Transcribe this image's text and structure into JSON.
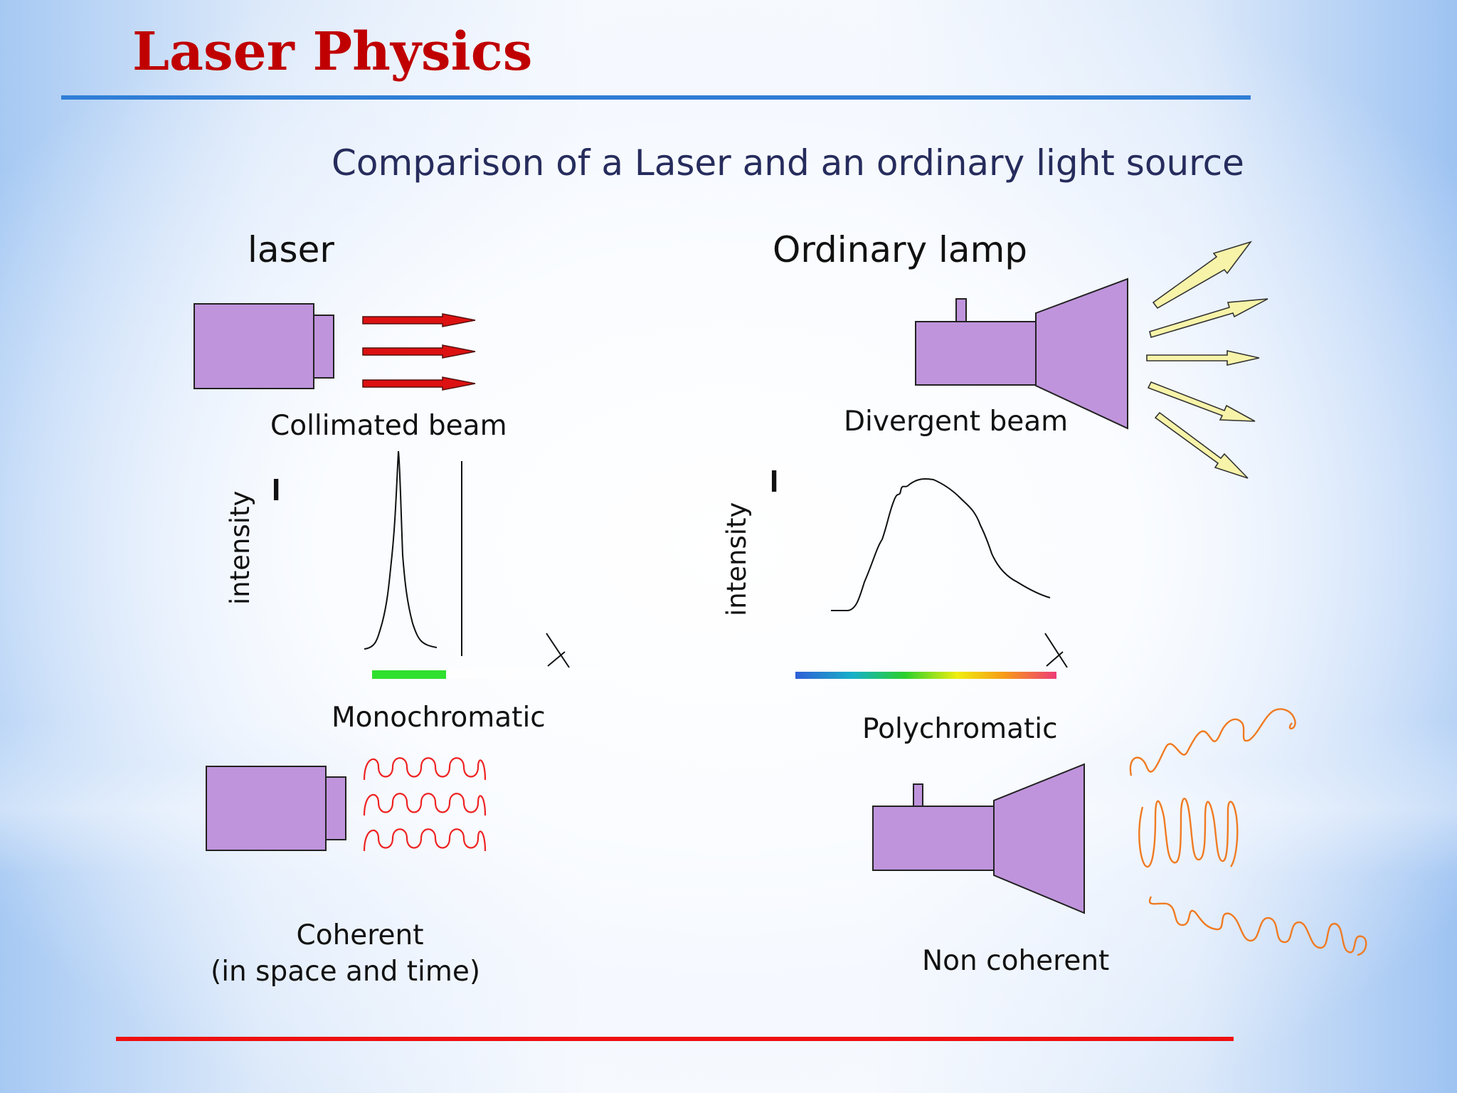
{
  "slide": {
    "title": "Laser Physics",
    "subtitle": "Comparison of a Laser and an ordinary light source"
  },
  "laser": {
    "heading": "laser",
    "beam_label": "Collimated beam",
    "spectrum_label": "Monochromatic",
    "intensity_axis_symbol": "I",
    "intensity_axis_label": "intensity",
    "coherence_label_line1": "Coherent",
    "coherence_label_line2": "(in space and  time)"
  },
  "lamp": {
    "heading": "Ordinary lamp",
    "beam_label": "Divergent beam",
    "spectrum_label": "Polychromatic",
    "intensity_axis_symbol": "I",
    "intensity_axis_label": "intensity",
    "coherence_label": "Non coherent"
  },
  "colors": {
    "title": "#c00000",
    "device_fill": "#bf94dc",
    "laser_arrow": "#dd1111",
    "lamp_arrow": "#f7f3a8",
    "coherent_wave": "#ee2222",
    "incoherent_wave": "#f07a22",
    "monochromatic_band": "#2fe02f",
    "rule_top": "#2f7ed6",
    "rule_bottom": "#ee1111"
  }
}
